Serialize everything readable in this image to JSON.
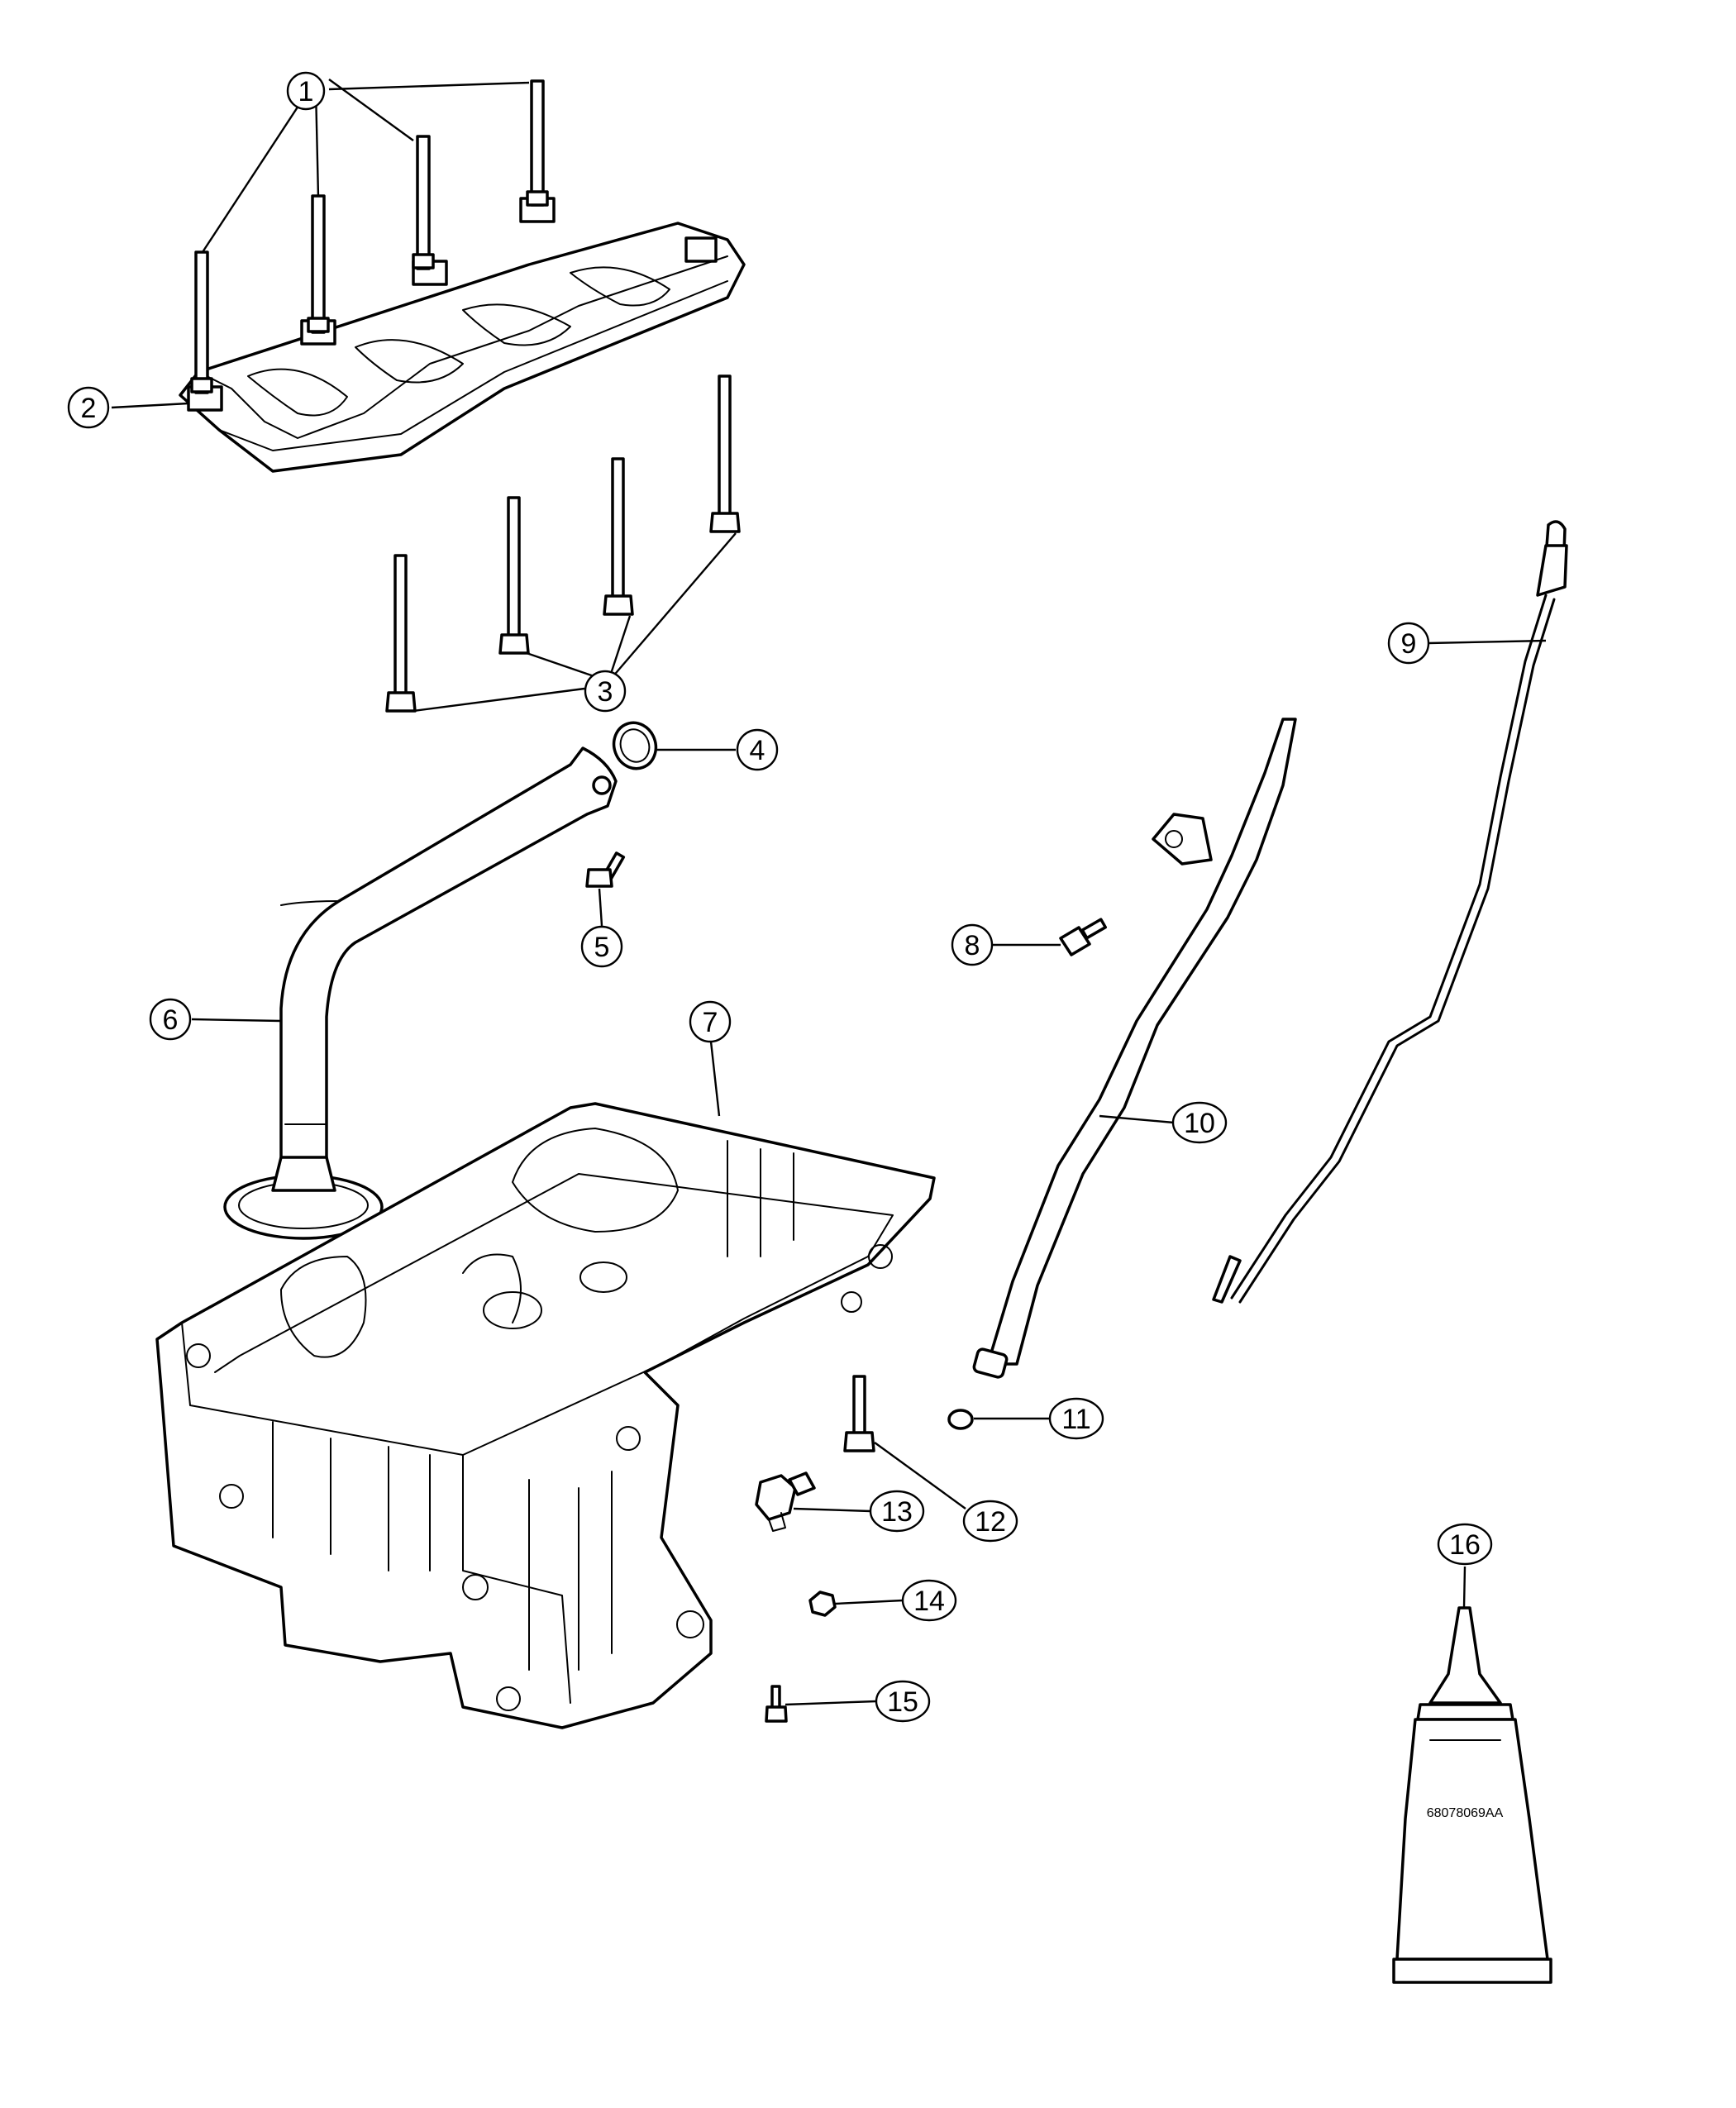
{
  "callouts": [
    {
      "number": "1"
    },
    {
      "number": "2"
    },
    {
      "number": "3"
    },
    {
      "number": "4"
    },
    {
      "number": "5"
    },
    {
      "number": "6"
    },
    {
      "number": "7"
    },
    {
      "number": "8"
    },
    {
      "number": "9"
    },
    {
      "number": "10"
    },
    {
      "number": "11"
    },
    {
      "number": "12"
    },
    {
      "number": "13"
    },
    {
      "number": "14"
    },
    {
      "number": "15"
    },
    {
      "number": "16"
    }
  ],
  "sealant_tube": {
    "label": "68078069AA"
  }
}
